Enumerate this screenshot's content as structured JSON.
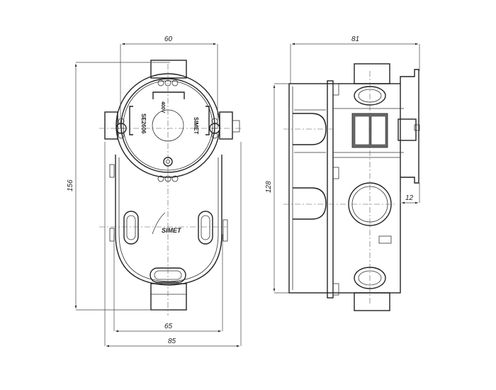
{
  "front_view": {
    "dim_top": "60",
    "dim_height": "156",
    "dim_body_width": "65",
    "dim_overall_width": "85",
    "marking_code": "SE2606",
    "marking_rating": "400V",
    "brand": "SIMET",
    "logo_text": "SIMET"
  },
  "side_view": {
    "dim_depth": "81",
    "dim_height": "128",
    "dim_offset": "12"
  }
}
